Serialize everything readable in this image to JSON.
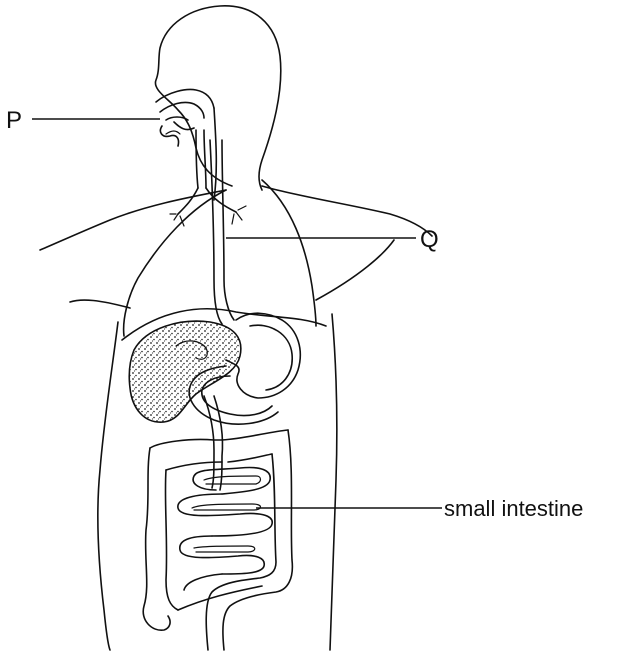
{
  "labels": {
    "p": "P",
    "q": "Q",
    "small_intestine": "small intestine"
  }
}
